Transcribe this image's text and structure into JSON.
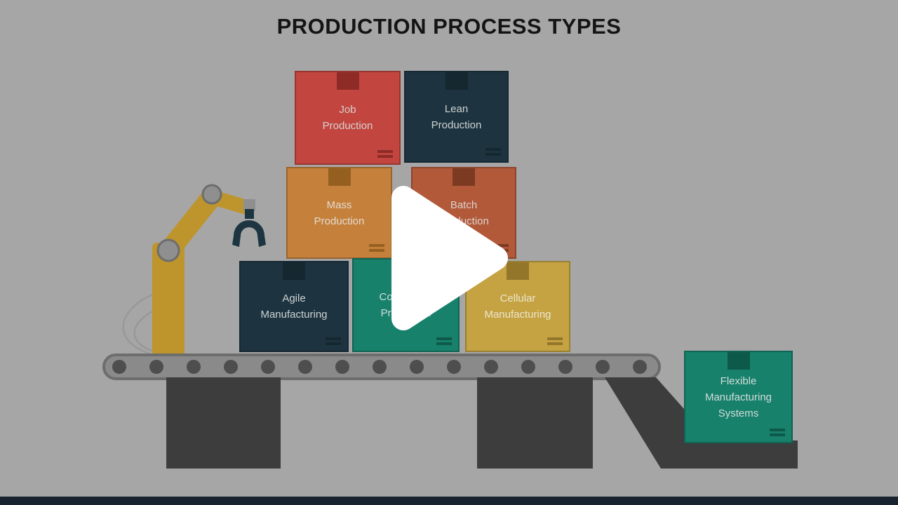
{
  "title": "PRODUCTION PROCESS TYPES",
  "video_player": {
    "play_icon": "play-triangle",
    "play_button_color": "#ffffff",
    "progress_bar_color": "#1a2430"
  },
  "scene": {
    "background_color": "#a6a6a6",
    "conveyor_color": "#8a8a8a",
    "conveyor_border_color": "#6d6d6d",
    "roller_color": "#4e4e4e",
    "machine_dark_color": "#3d3d3d",
    "robot_arm_color": "#bd952c",
    "joint_color": "#8f8f8f",
    "claw_color": "#1d3541",
    "cable_color": "#989898"
  },
  "boxes": [
    {
      "id": "job-production",
      "label": "Job Production",
      "lines": [
        "Job",
        "Production"
      ],
      "color": "#c2463f",
      "accent": "#8e2b26",
      "text": "#d8d0cf"
    },
    {
      "id": "lean-production",
      "label": "Lean Production",
      "lines": [
        "Lean",
        "Production"
      ],
      "color": "#1d3440",
      "accent": "#15272f",
      "text": "#cfd2d3"
    },
    {
      "id": "mass-production",
      "label": "Mass Production",
      "lines": [
        "Mass",
        "Production"
      ],
      "color": "#c5813c",
      "accent": "#95601f",
      "text": "#e3d9ce"
    },
    {
      "id": "batch-production",
      "label": "Batch Production",
      "lines": [
        "Batch",
        "Production"
      ],
      "color": "#b2593a",
      "accent": "#7d3a22",
      "text": "#ddd2cd"
    },
    {
      "id": "agile-manufacturing",
      "label": "Agile Manufacturing",
      "lines": [
        "Agile",
        "Manufacturing"
      ],
      "color": "#1d3440",
      "accent": "#15272f",
      "text": "#cfd2d3"
    },
    {
      "id": "continuous-production",
      "label": "Continuous Production",
      "lines": [
        "Continuous",
        "Production"
      ],
      "color": "#17816b",
      "accent": "#0d5a4a",
      "text": "#d2ddd9"
    },
    {
      "id": "cellular-manufacturing",
      "label": "Cellular Manufacturing",
      "lines": [
        "Cellular",
        "Manufacturing"
      ],
      "color": "#c5a342",
      "accent": "#93762a",
      "text": "#ece5cf"
    },
    {
      "id": "flexible-manufacturing-systems",
      "label": "Flexible Manufacturing Systems",
      "lines": [
        "Flexible",
        "Manufacturing",
        "Systems"
      ],
      "color": "#17816b",
      "accent": "#0d5a4a",
      "text": "#d2ddd9"
    }
  ]
}
